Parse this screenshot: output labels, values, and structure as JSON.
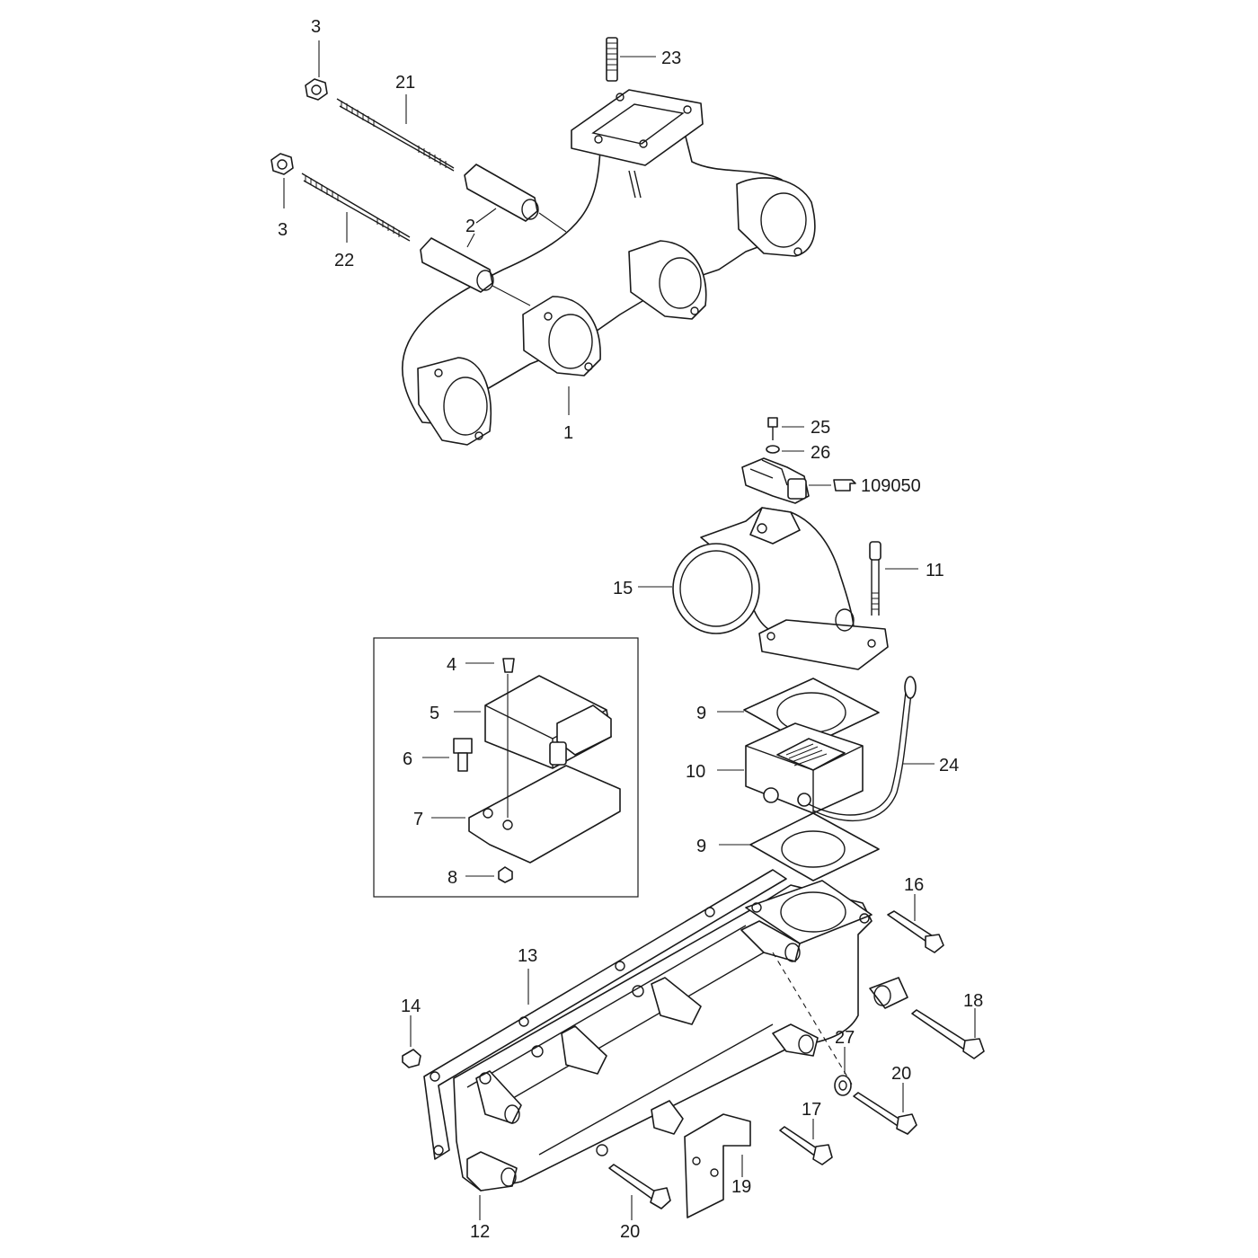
{
  "callouts": {
    "c1": "1",
    "c2": "2",
    "c3a": "3",
    "c3b": "3",
    "c4": "4",
    "c5": "5",
    "c6": "6",
    "c7": "7",
    "c8": "8",
    "c9a": "9",
    "c9b": "9",
    "c10": "10",
    "c11": "11",
    "c12": "12",
    "c13": "13",
    "c14": "14",
    "c15": "15",
    "c16": "16",
    "c17": "17",
    "c18": "18",
    "c19": "19",
    "c20a": "20",
    "c20b": "20",
    "c21": "21",
    "c22": "22",
    "c23": "23",
    "c24": "24",
    "c25": "25",
    "c26": "26",
    "c27": "27",
    "ref": "109050"
  },
  "reference_icon": "pointing-hand-icon"
}
